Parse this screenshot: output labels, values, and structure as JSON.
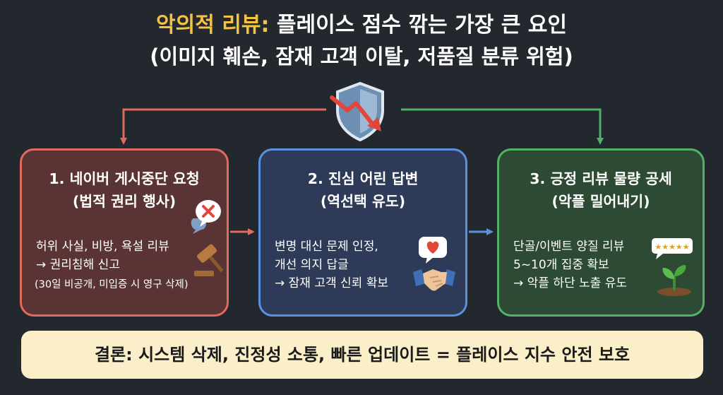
{
  "header": {
    "title_accent": "악의적 리뷰:",
    "title_rest": " 플레이스 점수 깎는 가장 큰 요인",
    "subtitle": "(이미지 훼손, 잠재 고객 이탈, 저품질 분류 위험)"
  },
  "boxes": [
    {
      "title": "1. 네이버 게시중단 요청",
      "subtitle": "(법적 권리 행사)",
      "lines": [
        "허위 사실, 비방, 욕설 리뷰",
        "→ 권리침해 신고",
        "(30일 비공개, 미입증 시 영구 삭제)"
      ],
      "border": "#e06a5c",
      "fill": "#5a3434"
    },
    {
      "title": "2. 진심 어린 답변",
      "subtitle": "(역선택 유도)",
      "lines": [
        "변명 대신 문제 인정,",
        "개선 의지 답글",
        "→ 잠재 고객 신뢰 확보"
      ],
      "border": "#5b8fe0",
      "fill": "#2d3b58"
    },
    {
      "title": "3. 긍정 리뷰 물량 공세",
      "subtitle": "(악플 밀어내기)",
      "lines": [
        "단골/이벤트 양질 리뷰",
        "5~10개 집중 확보",
        "→ 악플 하단 노출 유도"
      ],
      "border": "#52b067",
      "fill": "#2c4a34"
    }
  ],
  "conclusion": "결론: 시스템 삭제, 진정성 소통, 빠른 업데이트 = 플레이스 지수 안전 보호",
  "colors": {
    "background": "#23272e",
    "accent_yellow": "#f5c242",
    "conclusion_bg": "#fbefc9"
  }
}
